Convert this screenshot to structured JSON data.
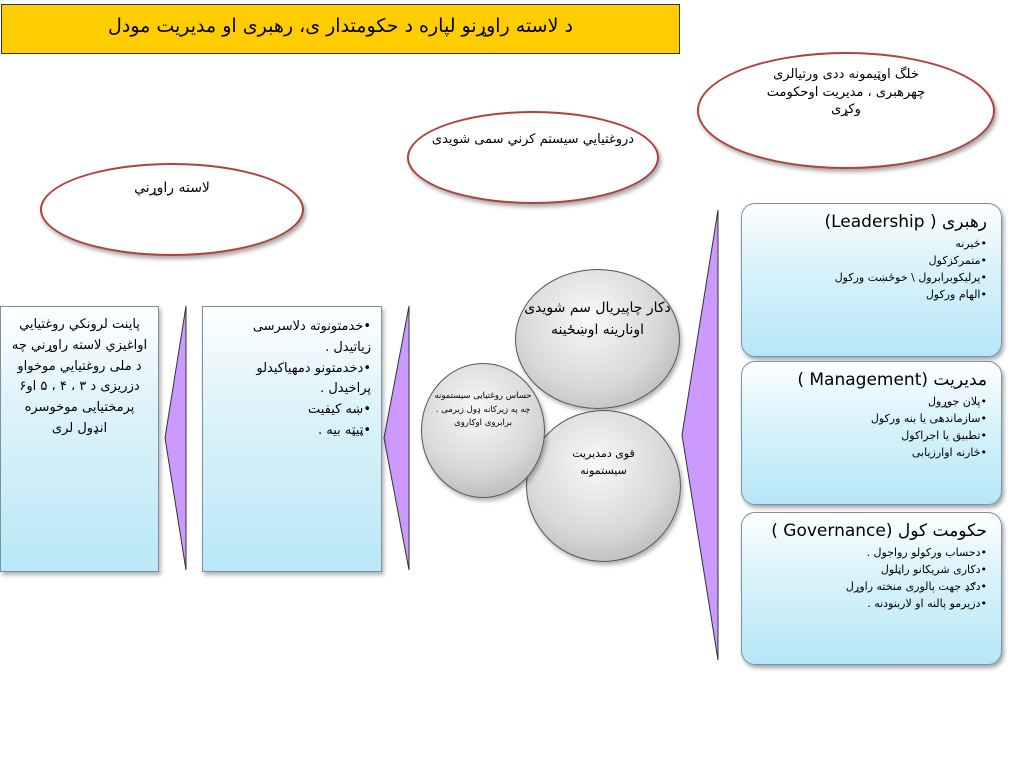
{
  "title": "د لاسته راوړنو لپاره د حکومتدار ی، رهبری او مدیریت مودل",
  "ellipses": {
    "achievement": "لاسته راوړني",
    "system": "دروغتيايي سيستم کرني سمی شویدی",
    "people": "خلگ اوټیمونه ددی ورتیالری چهرهبری ، مدیریت اوحکومت وکړی"
  },
  "outcomes": "پاینت لرونکي روغتیايي اواغیزي لاسته راوړني چه د ملی روغتیايي موخواو دزریزی د ۳ ، ۴ ، ۵ او۶ پرمختیایی موخوسره انډول لری",
  "services": [
    "خدمتونوته دلاسرسی زیاتیدل .",
    "دخدمتونو دمهیاکیدلو پراخیدل .",
    "ښه کیفیت",
    "ټیټه بیه ."
  ],
  "circles": {
    "upper": "دکار چاپیریال سم شویدی اونارینه اوښځینه",
    "lower": "قوی دمدیریت سیستمونه",
    "left": "حساس روغتیایی سیستمونه چه په زیرکانه ډول زیرمی . برابروی اوکاروی"
  },
  "boxes": [
    {
      "head": "رهبری ( Leadership)",
      "items": [
        "څیرنه",
        "متمرکزکول",
        "پرلیکوبرابرول \\ خوځښت ورکول",
        "الهام ورکول"
      ]
    },
    {
      "head": "مدیریت (Management )",
      "items": [
        "پلان جوړول",
        "سازماندهی یا بنه ورکول",
        "تطبیق یا اجراکول",
        "څارنه اوارزیابی"
      ]
    },
    {
      "head": "حکومت کول (Governance )",
      "items": [
        "دحساب ورکولو رواجول .",
        "دکاری شریکانو راټلول",
        "دګډ جهت پالوری منخته راوړل",
        "دزیرمو پالنه او لاربنودنه ."
      ]
    }
  ],
  "colors": {
    "title_bg": "#ffcc00",
    "ellipse_border": "#b0413e",
    "arrow_fill": "#cc99ff",
    "box_fill": "#b9e8f6"
  }
}
